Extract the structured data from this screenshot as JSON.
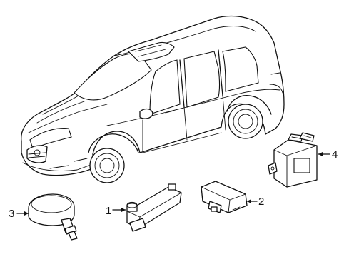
{
  "callouts": [
    {
      "number": "1",
      "part": "tire-pressure-sensor-receiver"
    },
    {
      "number": "2",
      "part": "tpms-module"
    },
    {
      "number": "3",
      "part": "tire-pressure-valve-sensor"
    },
    {
      "number": "4",
      "part": "control-unit"
    }
  ],
  "vehicle": "mercedes-r-class-wagon"
}
